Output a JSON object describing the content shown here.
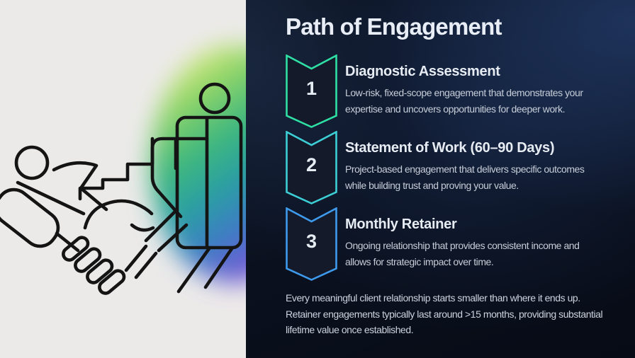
{
  "left_panel": {
    "illustration": "handshake-growth-illustration",
    "background_color": "#eceae9",
    "line_color": "#141414",
    "gradient_colors": [
      "#e9f07f",
      "#90d568",
      "#3eb87d",
      "#2a9fa2",
      "#3d7bc6",
      "#7059d3"
    ]
  },
  "panel": {
    "title": "Path of Engagement",
    "steps": [
      {
        "number": "1",
        "accent": "#2ee0a4",
        "title": "Diagnostic Assessment",
        "description": "Low-risk, fixed-scope engagement that demonstrates your\nexpertise and uncovers opportunities for deeper work."
      },
      {
        "number": "2",
        "accent": "#3ccfd5",
        "title": "Statement of Work (60–90 Days)",
        "description": "Project-based engagement that delivers specific outcomes\nwhile building trust and proving your value."
      },
      {
        "number": "3",
        "accent": "#3e9aec",
        "title": "Monthly Retainer",
        "description": "Ongoing relationship that provides consistent income and\nallows for strategic impact over time."
      }
    ],
    "footer": "Every meaningful client relationship starts smaller than where it ends up.\nRetainer engagements typically last around >15 months, providing substantial\nlifetime value once established."
  }
}
